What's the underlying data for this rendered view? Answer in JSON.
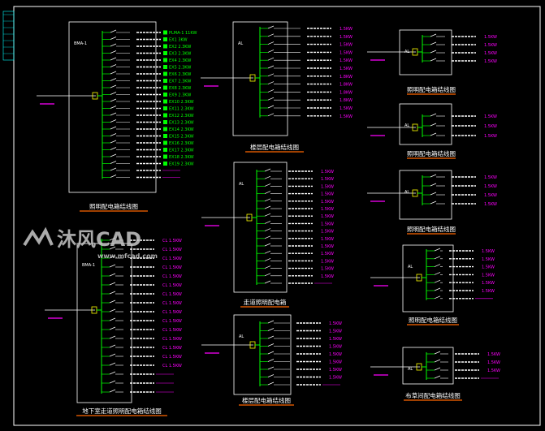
{
  "colors": {
    "background": "#000000",
    "frame": "#ffffff",
    "wire_green": "#00ff00",
    "wire_white": "#ffffff",
    "magenta": "#ff00ff",
    "underline": "#ff6600",
    "yellow": "#ffff00",
    "cyan": "#00ffff"
  },
  "watermark": {
    "text": "沐风CAD",
    "url": "www.mfcad.com"
  },
  "title_block": [
    "",
    "",
    "",
    "",
    "",
    "",
    ""
  ],
  "panels": [
    {
      "title": "照明配电箱结线图",
      "box_labels": [
        "BMA-1"
      ],
      "tag_labels": [
        "PLMA-1 11KW",
        "EX1 3KW",
        "EX2 2.3KW",
        "EX3 2.3KW",
        "EX4 2.3KW",
        "EX5 2.3KW",
        "EX6 2.3KW",
        "EX7 2.3KW",
        "EX8 2.3KW",
        "EX9 2.3KW",
        "EX10 2.3KW",
        "EX11 2.3KW",
        "EX12 2.3KW",
        "EX13 2.3KW",
        "EX14 2.3KW",
        "EX15 2.3KW",
        "EX16 2.3KW",
        "EX17 2.3KW",
        "EX18 2.3KW",
        "EX19 2.3KW"
      ],
      "circuit_count": 22
    },
    {
      "title": "楼层配电箱结线图",
      "box_labels": [
        "AL"
      ],
      "tag_labels": [
        "1.5KW",
        "1.5KW",
        "1.5KW",
        "1.5KW",
        "1.5KW",
        "1.5KW",
        "1.8KW",
        "1.8KW",
        "1.8KW",
        "1.8KW",
        "1.5KW",
        "1.5KW"
      ],
      "circuit_count": 12
    },
    {
      "title": "走道照明配电箱",
      "box_labels": [
        "AL"
      ],
      "tag_labels": [
        "1.5KW",
        "1.5KW",
        "1.5KW",
        "1.5KW",
        "1.5KW",
        "1.5KW",
        "1.5KW",
        "1.5KW",
        "1.5KW",
        "1.5KW",
        "1.5KW",
        "1.5KW",
        "1.5KW",
        "1.5KW",
        "1.5KW"
      ],
      "circuit_count": 16
    },
    {
      "title": "地下室走道照明配电箱结线图",
      "box_labels": [
        "BMA-1"
      ],
      "tag_labels": [
        "CL 1.5KW",
        "CL 1.5KW",
        "CL 1.5KW",
        "CL 1.5KW",
        "CL 1.5KW",
        "CL 1.5KW",
        "CL 1.5KW",
        "CL 1.5KW",
        "CL 1.5KW",
        "CL 1.5KW",
        "CL 1.5KW",
        "CL 1.5KW",
        "CL 1.5KW",
        "CL 1.5KW",
        "CL 1.5KW"
      ],
      "circuit_count": 18
    },
    {
      "title": "楼层配电箱结线图",
      "box_labels": [
        "AL"
      ],
      "tag_labels": [
        "1.5KW",
        "1.5KW",
        "1.5KW",
        "1.5KW",
        "1.5KW",
        "1.5KW",
        "1.5KW",
        "1.5KW"
      ],
      "circuit_count": 9
    },
    {
      "title": "照明配电箱结线图",
      "box_labels": [
        "AL"
      ],
      "tag_labels": [
        "1.5KW",
        "1.5KW",
        "1.5KW",
        "1.5KW"
      ],
      "circuit_count": 4
    },
    {
      "title": "照明配电箱结线图",
      "box_labels": [
        "AL"
      ],
      "tag_labels": [
        "1.5KW",
        "1.5KW",
        "1.5KW"
      ],
      "circuit_count": 3
    },
    {
      "title": "照明配电箱结线图",
      "box_labels": [
        "AL"
      ],
      "tag_labels": [
        "1.5KW",
        "1.5KW",
        "1.5KW",
        "1.5KW"
      ],
      "circuit_count": 4
    },
    {
      "title": "照明配电箱结线图",
      "box_labels": [
        "AL"
      ],
      "tag_labels": [
        "1.5KW",
        "1.5KW",
        "1.5KW",
        "1.5KW",
        "1.5KW",
        "1.5KW"
      ],
      "circuit_count": 7
    },
    {
      "title": "布草间配电箱结线图",
      "box_labels": [
        "AL"
      ],
      "tag_labels": [
        "1.5KW",
        "1.5KW",
        "1.5KW"
      ],
      "circuit_count": 4
    }
  ]
}
